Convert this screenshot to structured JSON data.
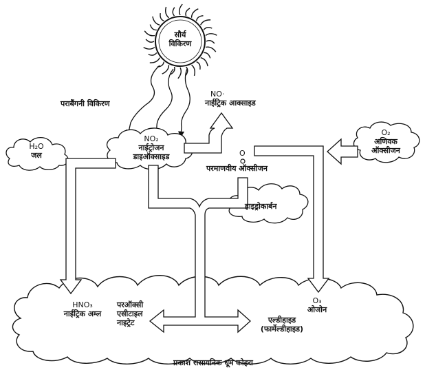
{
  "sun": {
    "line1": "सौर्य",
    "line2": "विकिरण"
  },
  "uv_radiation": "पराबैंगनी विकिरण",
  "no": {
    "formula": "NO·",
    "name": "नाईट्रिक आक्साइड"
  },
  "no2": {
    "formula": "NO₂",
    "name1": "नाईट्रोजन",
    "name2": "डाइऑक्साइड"
  },
  "water": {
    "formula": "H₂O",
    "name": "जल"
  },
  "o2_molecular": {
    "formula": "O₂",
    "name1": "अणिवक",
    "name2": "ऑक्सीजन"
  },
  "atomic_oxygen": {
    "symbol": "O",
    "name": "परमाणवीय ऑक्सीजन"
  },
  "hydrocarbon": "हाइड्रोकार्बन",
  "hno3": {
    "formula": "HNO₃",
    "name": "नाईट्रिक अम्ल"
  },
  "pan": {
    "line1": "परऑक्सी",
    "line2": "एसीटाइल",
    "line3": "नाइट्रेट"
  },
  "aldehyde": {
    "line1": "एल्डीहाइड",
    "line2": "(फार्मेल्डीहाइड)"
  },
  "ozone": {
    "formula": "O₃",
    "name": "ओजोन"
  },
  "caption": "प्रकाश रासायनिक धूम कोहरा"
}
